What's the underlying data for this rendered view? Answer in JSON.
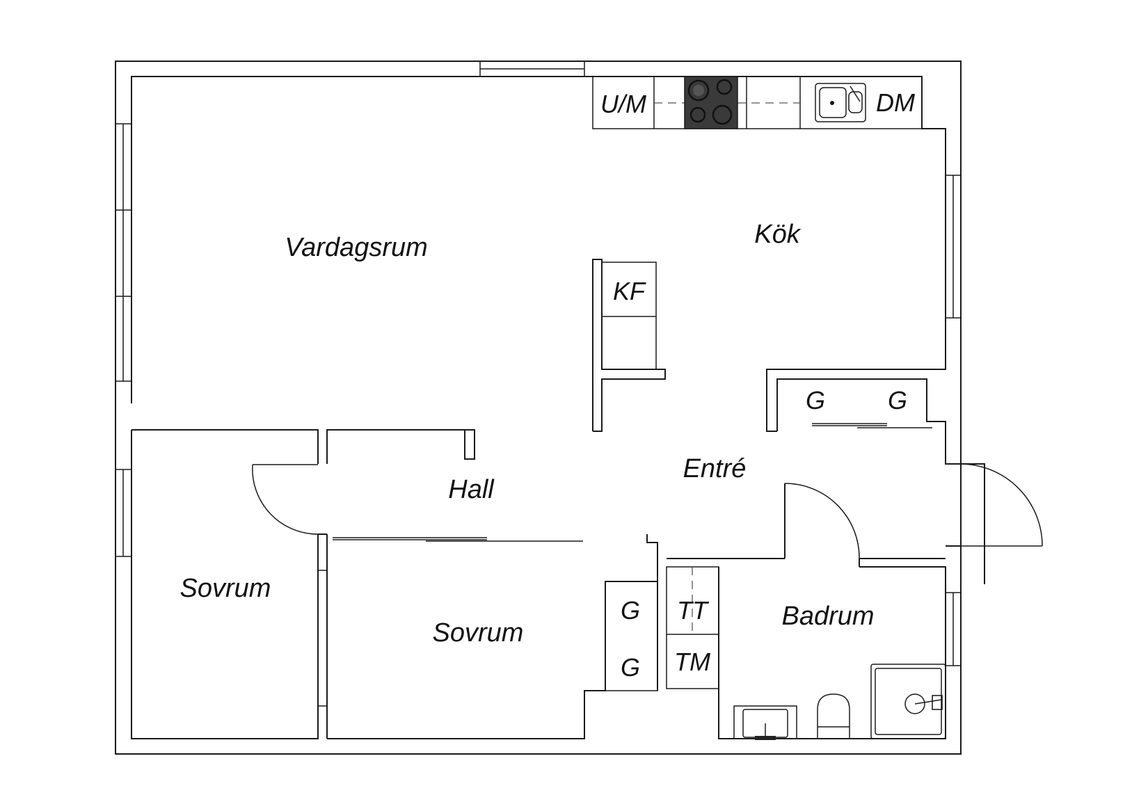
{
  "rooms": {
    "living": "Vardagsrum",
    "kitchen": "Kök",
    "hall": "Hall",
    "entry": "Entré",
    "bedroom1": "Sovrum",
    "bedroom2": "Sovrum",
    "bathroom": "Badrum"
  },
  "fixtures": {
    "oven": "U/M",
    "dishwasher": "DM",
    "fridge_freezer": "KF",
    "wardrobe_entry_1": "G",
    "wardrobe_entry_2": "G",
    "wardrobe_hall_1": "G",
    "wardrobe_hall_2": "G",
    "dryer": "TT",
    "washer": "TM"
  }
}
